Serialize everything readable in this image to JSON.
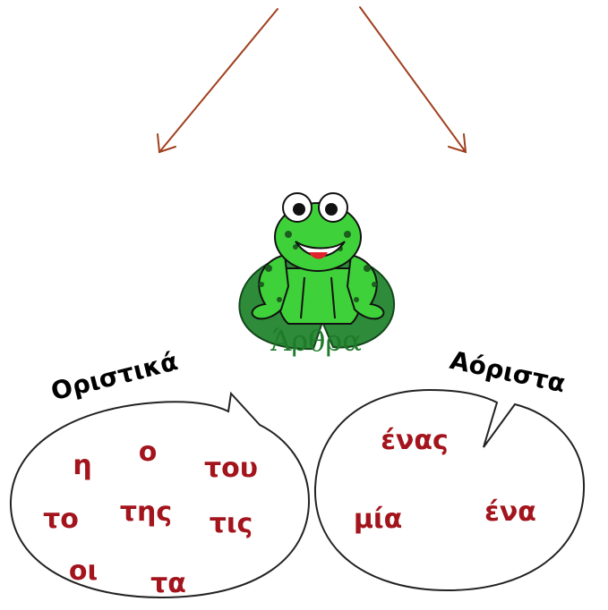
{
  "logo": {
    "label": "Άρθρα"
  },
  "definite": {
    "title": "Οριστικά",
    "words": [
      "η",
      "ο",
      "του",
      "το",
      "της",
      "τις",
      "οι",
      "τα"
    ]
  },
  "indefinite": {
    "title": "Αόριστα",
    "words": [
      "ένας",
      "μία",
      "ένα"
    ]
  },
  "colors": {
    "arrow": "#a0401e",
    "word": "#a3141c",
    "frog_green": "#3fd13a",
    "lily_pad": "#2e8b3a"
  }
}
